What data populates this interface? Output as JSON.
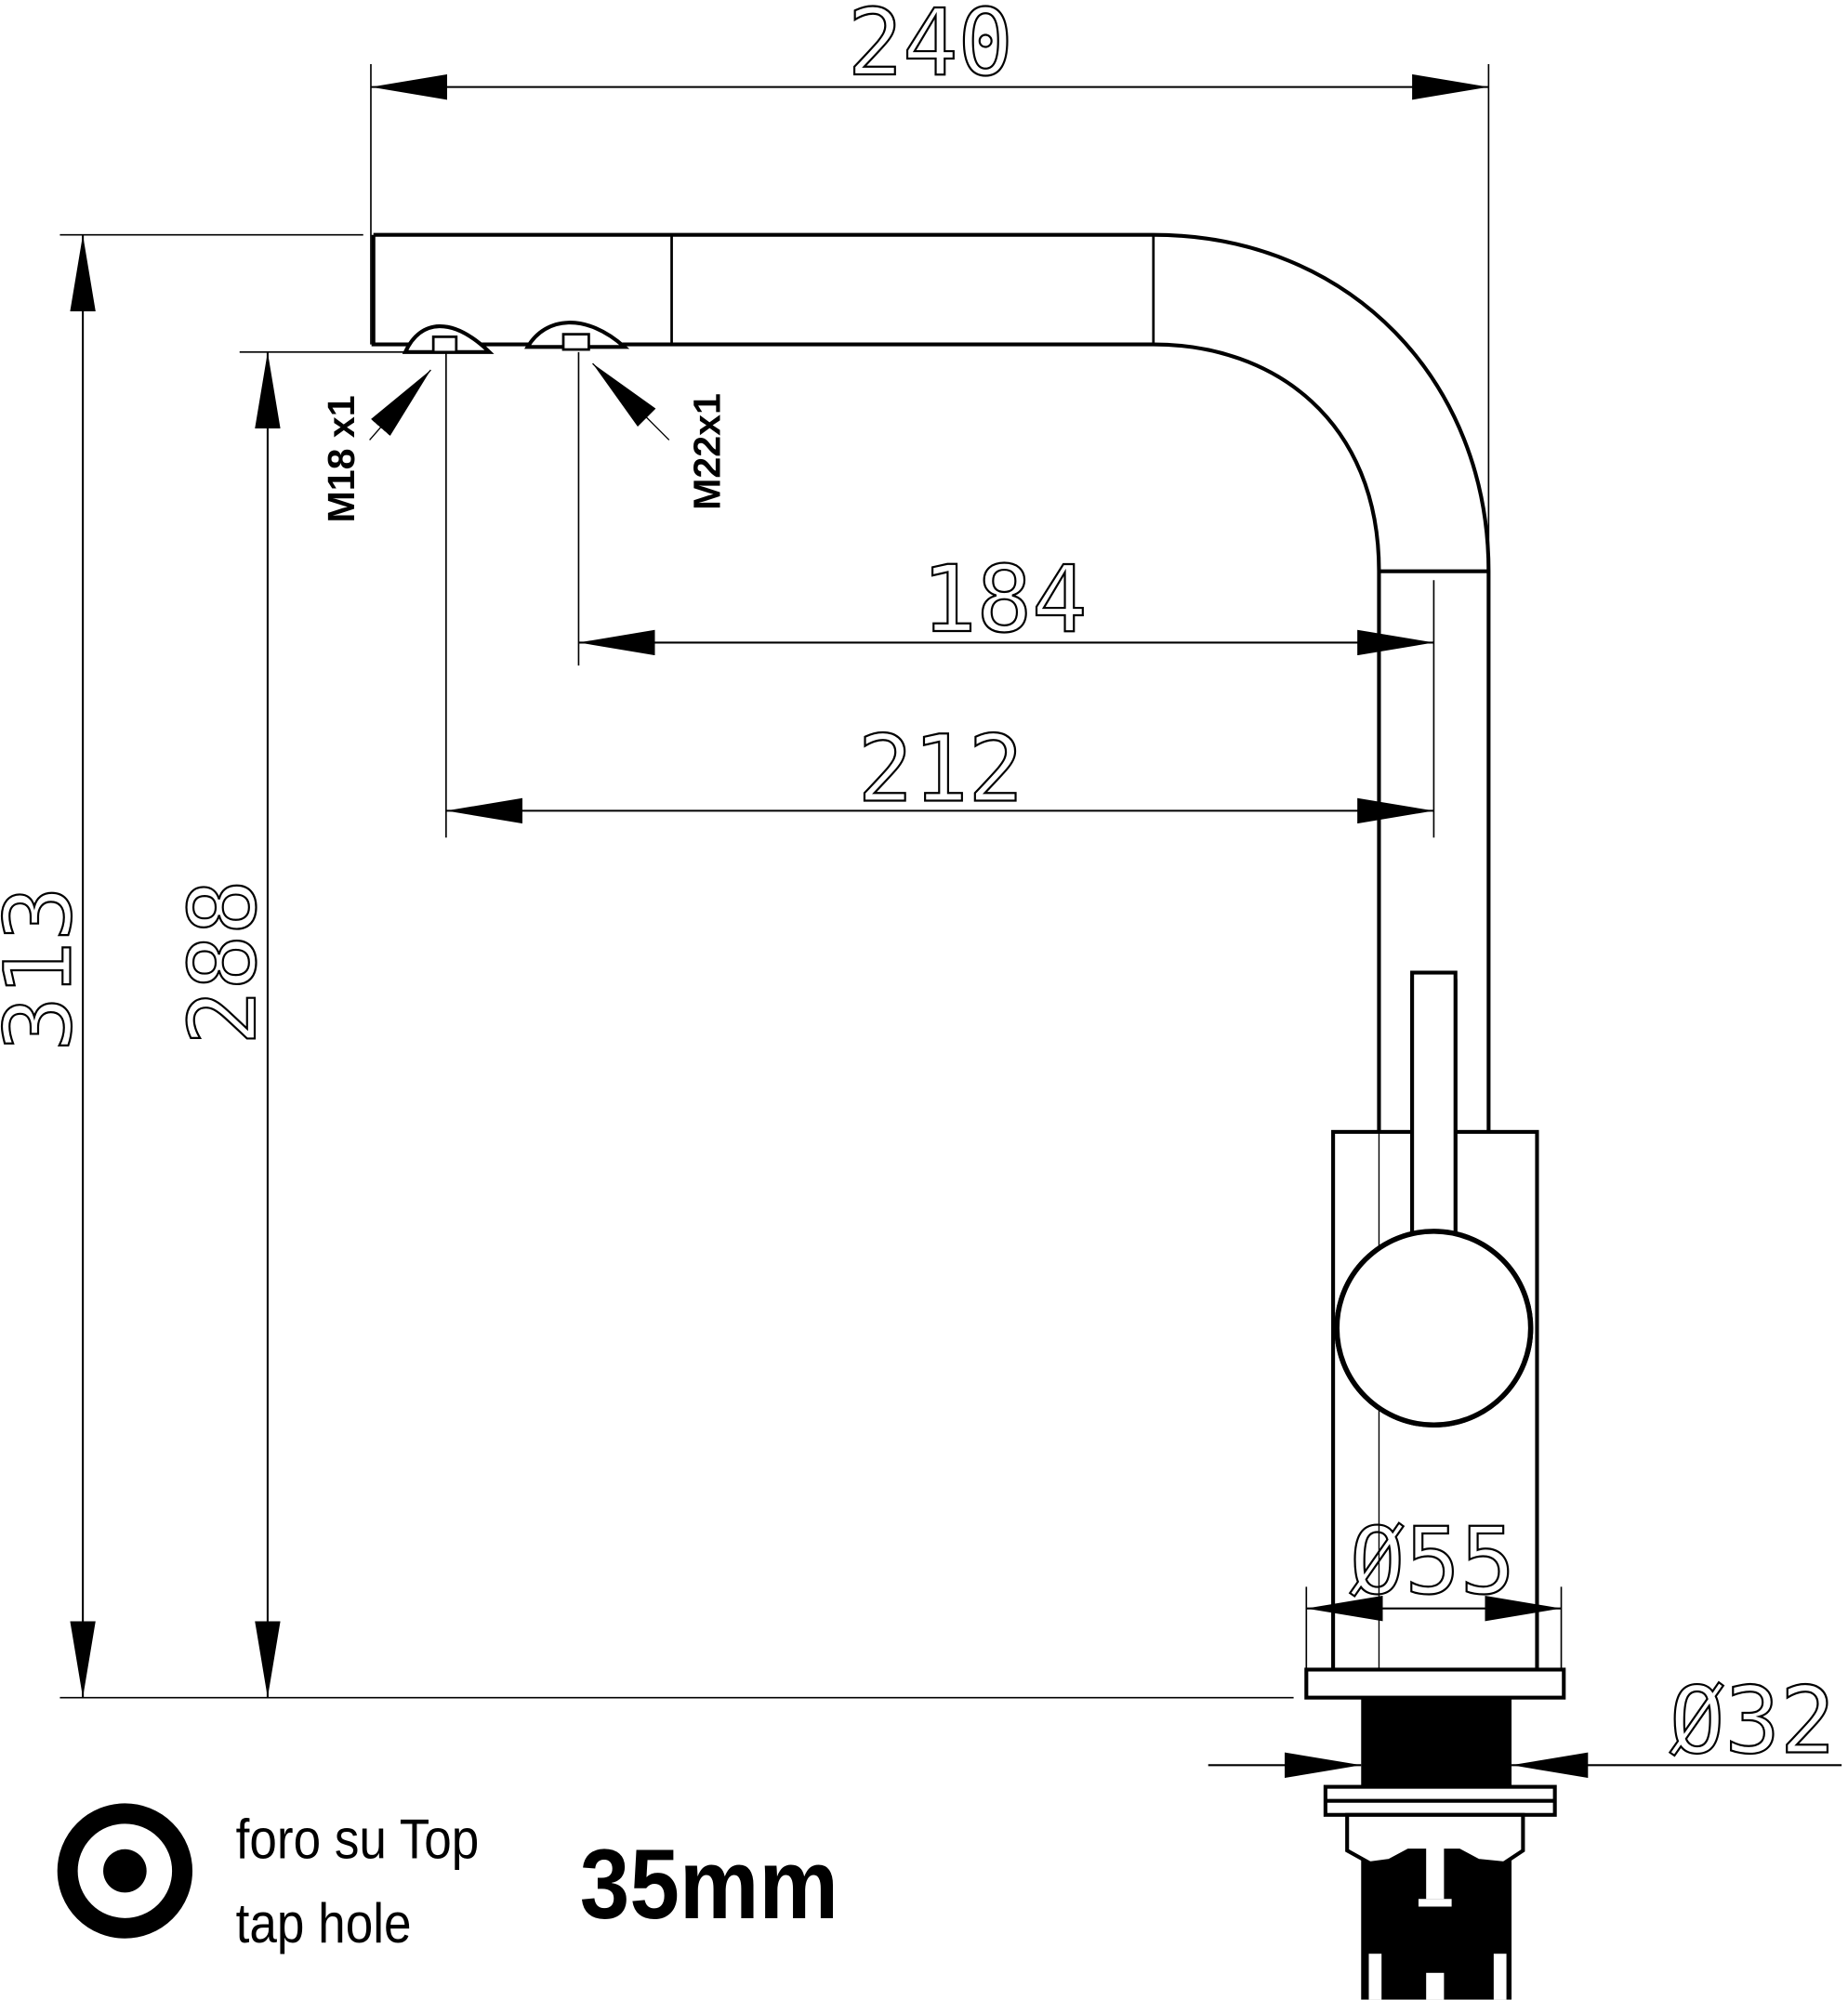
{
  "drawing": {
    "type": "technical dimension drawing of kitchen tap",
    "colors": {
      "line": "#000000",
      "background": "#ffffff"
    },
    "dimensions": {
      "overall_width": "240",
      "overall_height": "313",
      "spout_height": "288",
      "reach_outlet_1": "184",
      "reach_outlet_2": "212",
      "base_diameter": "Ø55",
      "shank_diameter": "Ø32"
    },
    "threads": {
      "outlet_1": "M18 x1",
      "outlet_2": "M22x1"
    },
    "legend": {
      "icon": "tap-hole-icon",
      "line1": "foro su Top",
      "line2": "tap hole",
      "size": "35mm"
    }
  }
}
